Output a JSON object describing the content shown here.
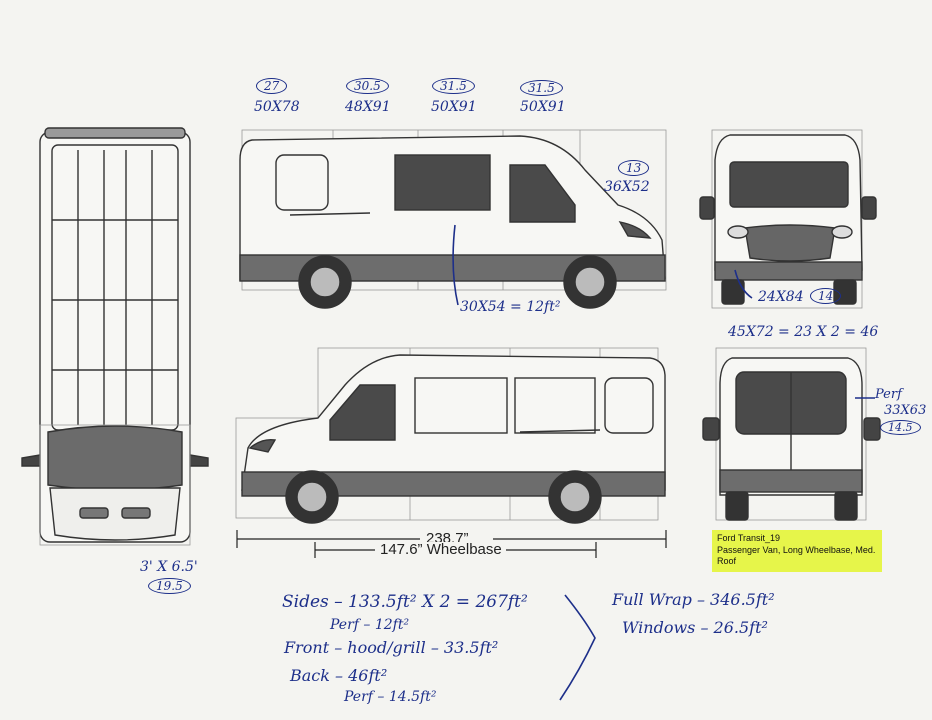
{
  "panels": {
    "side_upper": [
      {
        "count": "27",
        "dims": "50X78"
      },
      {
        "count": "30.5",
        "dims": "48X91"
      },
      {
        "count": "31.5",
        "dims": "50X91"
      },
      {
        "count": "31.5",
        "dims": "50X91"
      }
    ],
    "front_window": {
      "count": "13",
      "dims": "36X52"
    },
    "door_note": "30X54 = 12ft²",
    "front_grill": {
      "dims": "24X84",
      "count": "14"
    },
    "rear_calc": "45X72 = 23 X 2 = 46",
    "rear_perf": {
      "label": "Perf",
      "dims": "33X63",
      "count": "14.5"
    },
    "top_view": {
      "dims": "3' X 6.5'",
      "count": "19.5"
    }
  },
  "dimensions": {
    "overall_length": "238.7”",
    "wheelbase": "147.6” Wheelbase"
  },
  "vehicle_label": {
    "line1": "Ford Transit_19",
    "line2": "Passenger Van, Long Wheelbase, Med. Roof"
  },
  "notes_left": {
    "sides": "Sides – 133.5ft² X 2 = 267ft²",
    "sides_perf": "Perf – 12ft²",
    "front": "Front – hood/grill – 33.5ft²",
    "back": "Back – 46ft²",
    "back_perf": "Perf – 14.5ft²"
  },
  "notes_right": {
    "full_wrap": "Full Wrap – 346.5ft²",
    "windows": "Windows – 26.5ft²"
  },
  "colors": {
    "ink": "#1d2f8a",
    "paper": "#f4f4f1",
    "line": "#333333",
    "highlight": "#e6f54a"
  }
}
